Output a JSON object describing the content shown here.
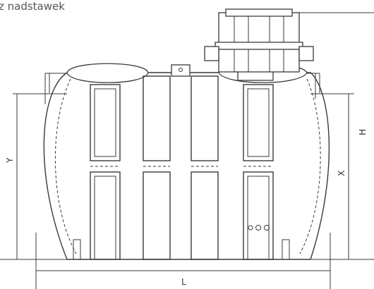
{
  "caption": "z nadstawek",
  "dimensions": {
    "length": "L",
    "height": "H",
    "x": "X",
    "y": "Y"
  }
}
